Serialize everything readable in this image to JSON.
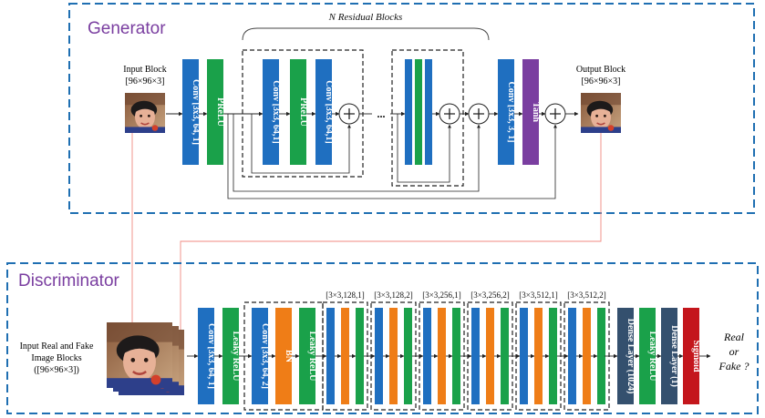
{
  "generator": {
    "title": "Generator",
    "residual_header": "N Residual Blocks",
    "input": {
      "title": "Input Block",
      "size": "[96×96×3]"
    },
    "output": {
      "title": "Output Block",
      "size": "[96×96×3]"
    },
    "layers": {
      "conv1": "Conv [3x3, 64, 1]",
      "prelu1": "PReLU",
      "rb_conv1": "Conv [3x3, 64,1]",
      "rb_prelu": "PReLU",
      "rb_conv2": "Conv [3x3, 64,1]",
      "conv_out": "Conv [3x3, 3, 1]",
      "tanh": "Tanh"
    },
    "ellipsis": "..."
  },
  "discriminator": {
    "title": "Discriminator",
    "input": {
      "line1": "Input Real and Fake",
      "line2": "Image Blocks",
      "line3": "([96×96×3])"
    },
    "layers": {
      "conv1": "Conv [3x3, 64, 1]",
      "lrelu1": "Leaky ReLU",
      "conv2": "Conv [3x3, 64, 2]",
      "bn": "BN",
      "lrelu2": "Leaky ReLU",
      "dense1": "Dense Layer (1024)",
      "lrelu3": "Leaky ReLU",
      "dense2": "Dense Layer (1)",
      "sigmoid": "Sigmoid"
    },
    "block_labels": [
      "[3×3,128,1]",
      "[3×3,128,2]",
      "[3×3,256,1]",
      "[3×3,256,2]",
      "[3×3,512,1]",
      "[3×3,512,2]"
    ],
    "result": {
      "line1": "Real",
      "line2": "or",
      "line3": "Fake ?"
    }
  },
  "colors": {
    "frame": "#1f6fb2",
    "title": "#7a3ea0",
    "conv": "#1f6fc0",
    "act": "#1aa14a",
    "bn": "#ef7d17",
    "tanh": "#7a3ea0",
    "dense": "#34506e",
    "sigmoid": "#c4161c",
    "link": "#f08a80"
  },
  "icons": {
    "sum": "plus-in-circle-icon",
    "photo": "face-photo-icon"
  }
}
